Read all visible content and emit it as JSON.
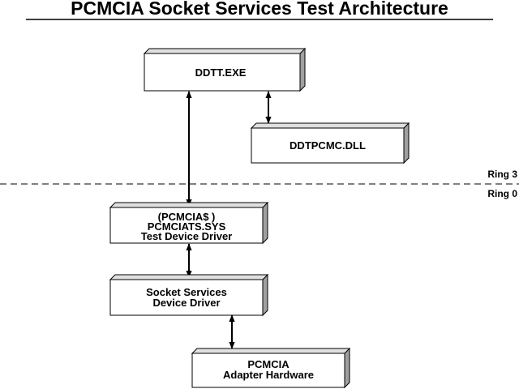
{
  "title": "PCMCIA Socket Services Test Architecture",
  "boxes": {
    "ddtt_exe": {
      "lines": [
        "DDTT.EXE"
      ]
    },
    "ddtpcmc_dll": {
      "lines": [
        "DDTPCMC.DLL"
      ]
    },
    "pcmciats_sys": {
      "lines": [
        "(PCMCIA$ )",
        "PCMCIATS.SYS",
        "Test Device Driver"
      ]
    },
    "socket_services": {
      "lines": [
        "Socket Services",
        "Device Driver"
      ]
    },
    "adapter_hardware": {
      "lines": [
        "PCMCIA",
        "Adapter Hardware"
      ]
    }
  },
  "ring_labels": {
    "ring3": "Ring 3",
    "ring0": "Ring 0"
  },
  "colors": {
    "line": "#000000",
    "box_fill": "#ffffff",
    "box_shadow": "#a0a0a0"
  }
}
